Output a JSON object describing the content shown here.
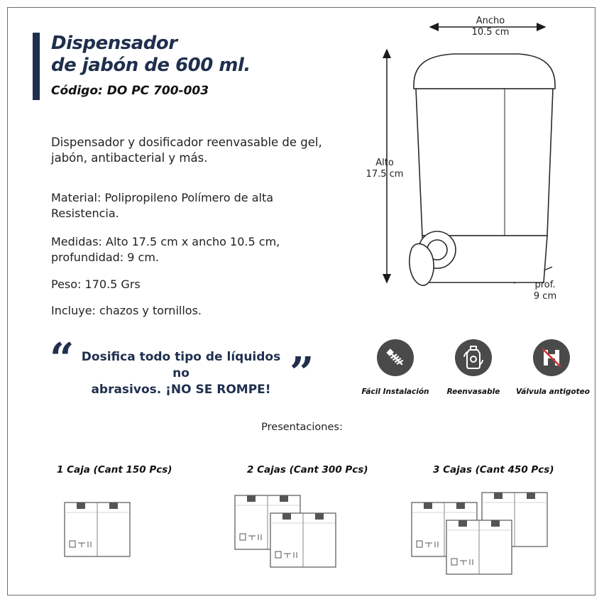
{
  "title_line1": "Dispensador",
  "title_line2": "de jabón de 600 ml.",
  "code": "Código: DO PC 700-003",
  "description": "Dispensador y dosificador reenvasable de gel, jabón, antibacterial y más.",
  "specs": [
    "Material: Polipropileno Polímero de alta Resistencia.",
    "Medidas: Alto 17.5 cm x ancho 10.5 cm, profundidad: 9 cm.",
    "Peso: 170.5 Grs",
    "Incluye: chazos y tornillos."
  ],
  "quote": {
    "open": "“",
    "close": "”",
    "line1": "Dosifica todo tipo de líquidos no",
    "line2": "abrasivos. ¡NO SE ROMPE!"
  },
  "dimensions": {
    "width_label": "Ancho",
    "width_value": "10.5 cm",
    "height_label": "Alto",
    "height_value": "17.5 cm",
    "depth_label": "prof.",
    "depth_value": "9 cm"
  },
  "features": [
    {
      "label": "Fácil Instalación",
      "icon": "screw-icon"
    },
    {
      "label": "Reenvasable",
      "icon": "refill-bottle-icon"
    },
    {
      "label": "Válvula antigoteo",
      "icon": "no-drip-valve-icon"
    }
  ],
  "presentations_title": "Presentaciones:",
  "presentations": [
    {
      "label": "1 Caja (Cant 150 Pcs)",
      "boxes": 1
    },
    {
      "label": "2 Cajas (Cant 300 Pcs)",
      "boxes": 2
    },
    {
      "label": "3 Cajas (Cant 450 Pcs)",
      "boxes": 3
    }
  ],
  "colors": {
    "brand_navy": "#1f2f4d",
    "icon_gray": "#4a4a4a",
    "no_drip_red": "#d0312d"
  }
}
